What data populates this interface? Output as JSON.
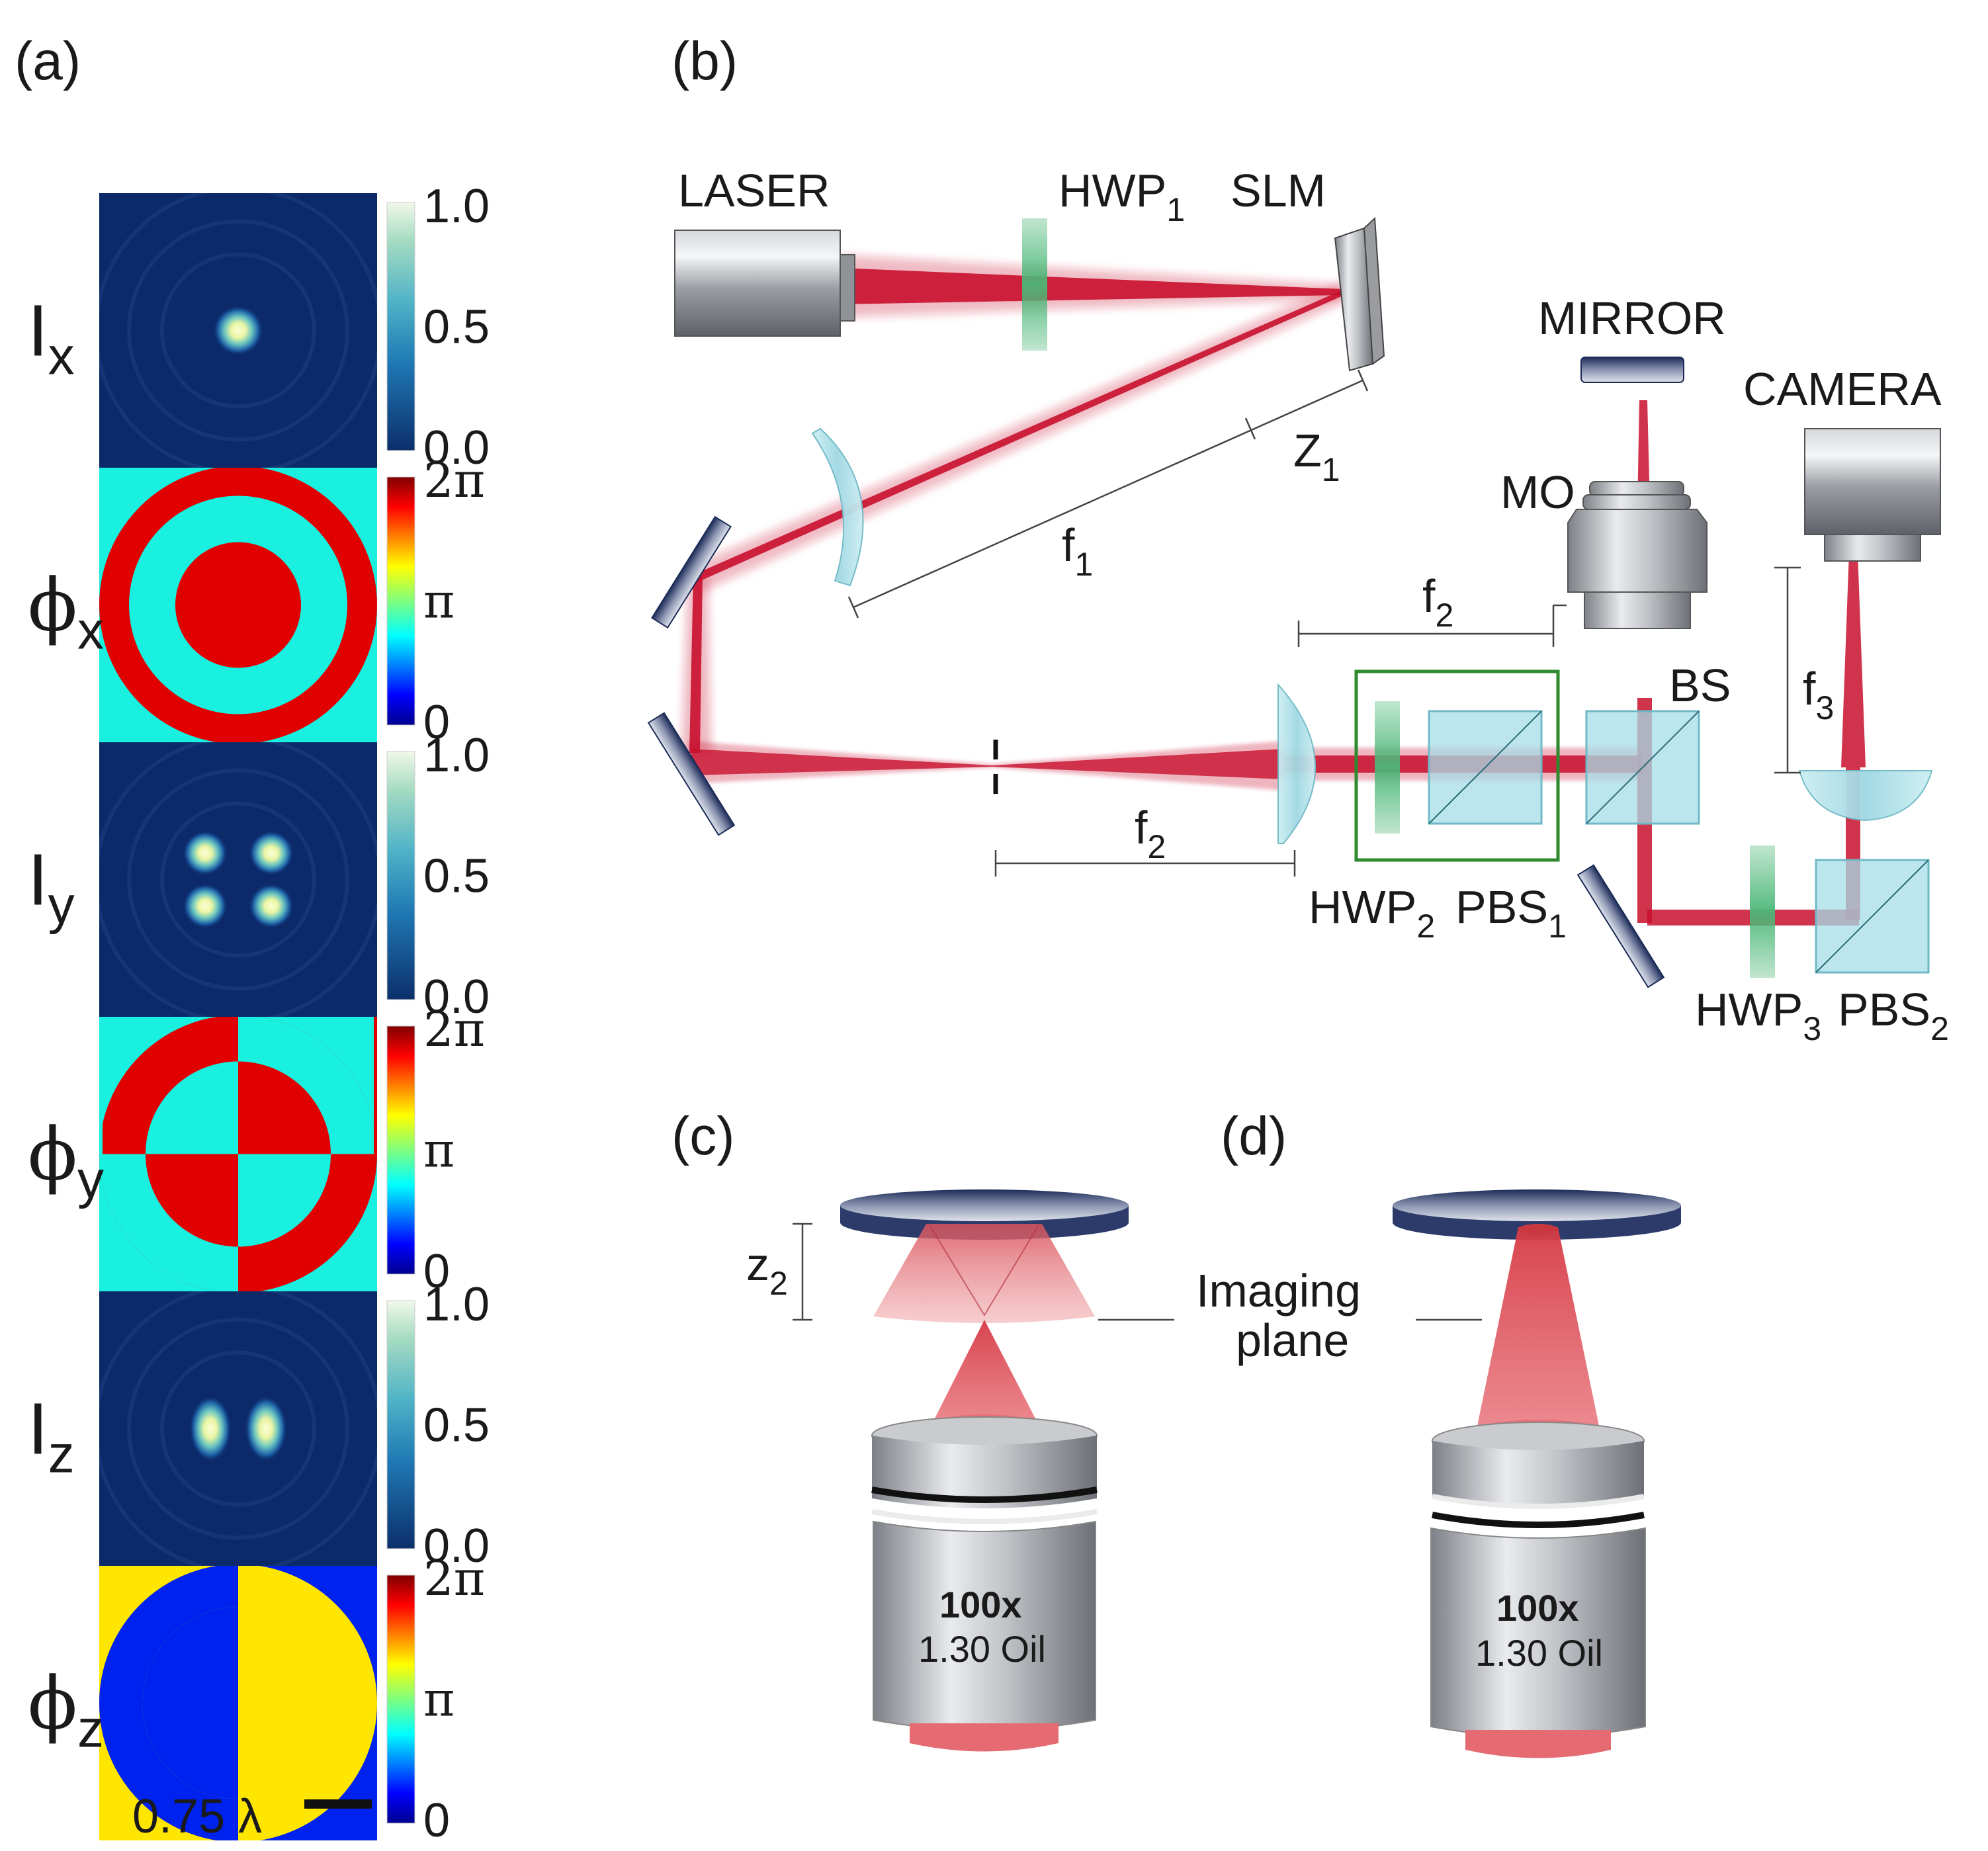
{
  "panels": {
    "a": "(a)",
    "b": "(b)",
    "c": "(c)",
    "d": "(d)"
  },
  "panel_a": {
    "rows": [
      {
        "base": "I",
        "sub": "x",
        "kind": "intensity",
        "ticks": [
          "1.0",
          "0.5",
          "0.0"
        ]
      },
      {
        "base": "ϕ",
        "sub": "x",
        "kind": "phase",
        "ticks": [
          "2π",
          "π",
          "0"
        ]
      },
      {
        "base": "I",
        "sub": "y",
        "kind": "intensity",
        "ticks": [
          "1.0",
          "0.5",
          "0.0"
        ]
      },
      {
        "base": "ϕ",
        "sub": "y",
        "kind": "phase",
        "ticks": [
          "2π",
          "π",
          "0"
        ]
      },
      {
        "base": "I",
        "sub": "z",
        "kind": "intensity",
        "ticks": [
          "1.0",
          "0.5",
          "0.0"
        ]
      },
      {
        "base": "ϕ",
        "sub": "z",
        "kind": "phase",
        "ticks": [
          "2π",
          "π",
          "0"
        ]
      }
    ],
    "scale_bar": "0.75 λ"
  },
  "panel_b": {
    "laser": "LASER",
    "hwp1": {
      "base": "HWP",
      "sub": "1"
    },
    "slm": "SLM",
    "z1": {
      "base": "Z",
      "sub": "1"
    },
    "f1": {
      "base": "f",
      "sub": "1"
    },
    "mirror": "MIRROR",
    "camera": "CAMERA",
    "mo": "MO",
    "f2_top": {
      "base": "f",
      "sub": "2"
    },
    "f2_bottom": {
      "base": "f",
      "sub": "2"
    },
    "bs": "BS",
    "f3": {
      "base": "f",
      "sub": "3"
    },
    "hwp2": {
      "base": "HWP",
      "sub": "2"
    },
    "pbs1": {
      "base": "PBS",
      "sub": "1"
    },
    "hwp3": {
      "base": "HWP",
      "sub": "3"
    },
    "pbs2": {
      "base": "PBS",
      "sub": "2"
    }
  },
  "panel_cd": {
    "z2": {
      "base": "z",
      "sub": "2"
    },
    "imaging_line1": "Imaging",
    "imaging_line2": "plane",
    "magnification": "100x",
    "na": "1.30 Oil"
  },
  "colors": {
    "beam": "#c8102e",
    "optic_glass": "#a6dde8",
    "waveplate": "#4cb878",
    "dark_blue": "#0b1f5c",
    "cyan": "#19f0e0",
    "red": "#e00000",
    "yellow": "#ffe600",
    "blue": "#0022ee",
    "green_box": "#2e8a2e"
  }
}
